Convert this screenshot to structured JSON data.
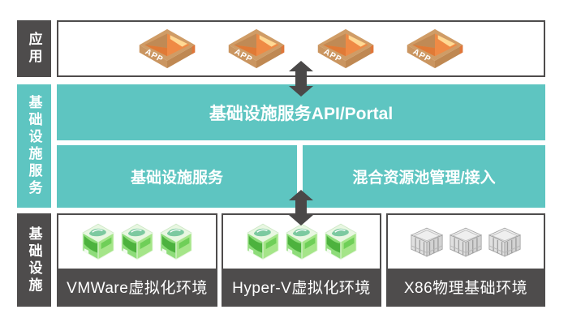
{
  "diagram": {
    "side_labels": {
      "application": "应用",
      "infrastructure_services": "基础设施服务",
      "infrastructure": "基础设施"
    },
    "application_layer": {
      "app_icon_label": "APP",
      "app_icon_count": 4
    },
    "service_layer": {
      "api_portal_label": "基础设施服务API/Portal",
      "infrastructure_service_label": "基础设施服务",
      "hybrid_pool_label": "混合资源池管理/接入"
    },
    "infrastructure_layer": {
      "environments": [
        {
          "label": "VMWare虚拟化环境",
          "icon": "vm-cube-icon",
          "icon_count": 3
        },
        {
          "label": "Hyper-V虚拟化环境",
          "icon": "vm-cube-icon",
          "icon_count": 3
        },
        {
          "label": "X86物理基础环境",
          "icon": "server-crate-icon",
          "icon_count": 3
        }
      ]
    },
    "colors": {
      "teal": "#5ec5c1",
      "dark_gray": "#4e4c4c",
      "app_icon_orange": "#ef8a45",
      "app_icon_tan": "#cf9c66",
      "app_icon_highlight": "#ffd994",
      "vm_icon_green": "#6fcf58",
      "server_icon_gray": "#d2d2d2"
    }
  }
}
